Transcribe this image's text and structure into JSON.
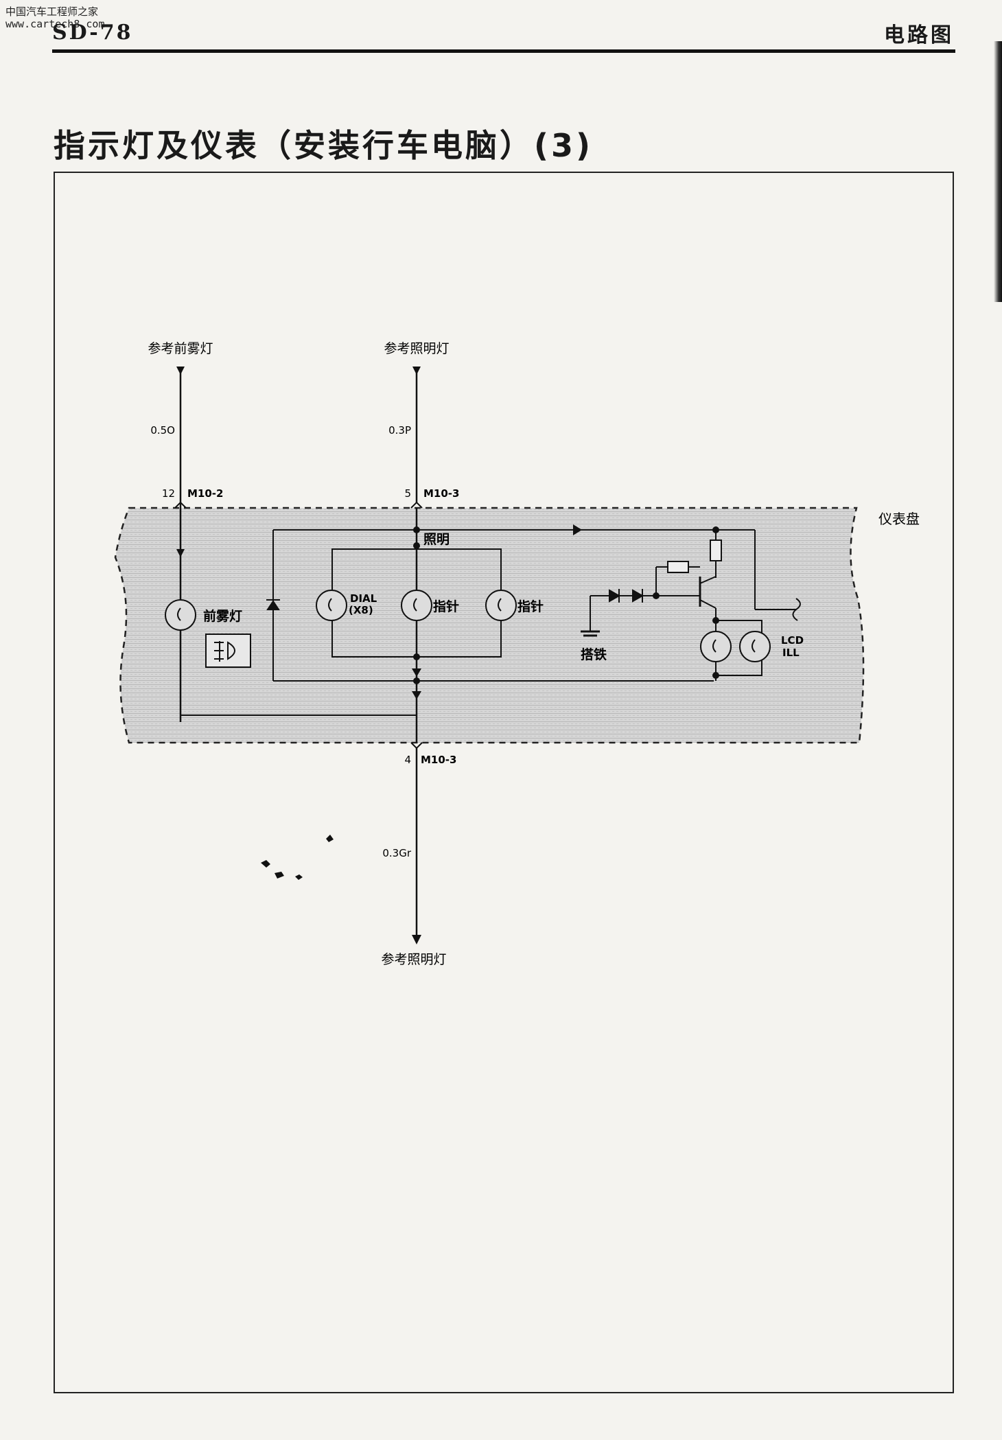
{
  "header": {
    "watermark_line1": "中国汽车工程师之家",
    "watermark_line2": "www.cartech8.com",
    "page_code": "SD-78",
    "section": "电路图"
  },
  "title": "指示灯及仪表（安装行车电脑）(3)",
  "diagram": {
    "top_refs": [
      "参考前雾灯",
      "参考照明灯"
    ],
    "bottom_ref": "参考照明灯",
    "wires": {
      "left": "0.5O",
      "middle_top": "0.3P",
      "middle_bottom": "0.3Gr"
    },
    "connectors": {
      "c1_pin": "12",
      "c1_name": "M10-2",
      "c2_pin": "5",
      "c2_name": "M10-3",
      "c3_pin": "4",
      "c3_name": "M10-3"
    },
    "panel_label": "仪表盘",
    "illum_label": "照明",
    "fog_label": "前雾灯",
    "dial_label_1": "DIAL",
    "dial_label_2": "(X8)",
    "pointer_1": "指针",
    "pointer_2": "指针",
    "ground_label": "搭铁",
    "lcd_label_1": "LCD",
    "lcd_label_2": "ILL"
  }
}
